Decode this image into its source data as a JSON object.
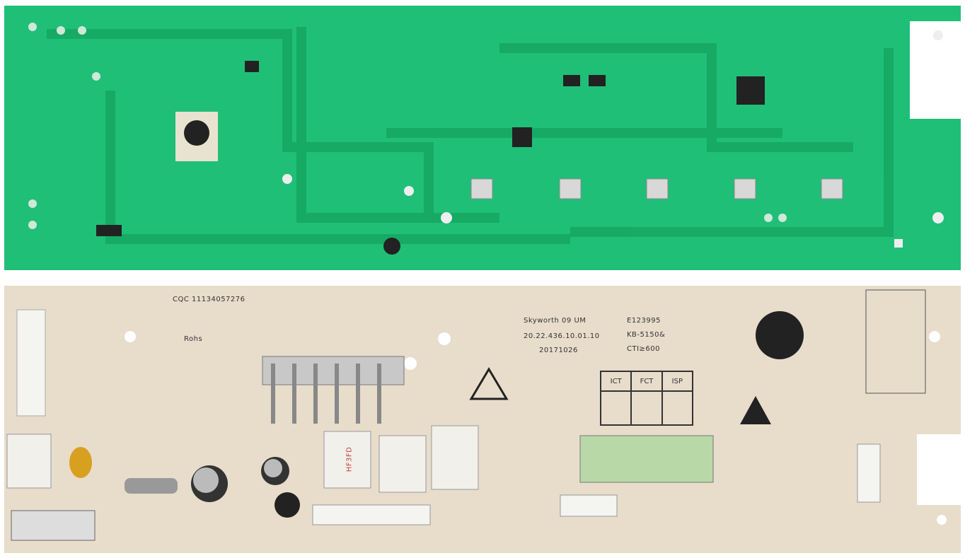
{
  "colors": {
    "pcb_green": "#1fbf78",
    "trace_green": "#16a864",
    "beige": "#e8dccb",
    "silk": "#333333",
    "display": "#b8d8a8"
  },
  "board_bottom": {
    "cert_code": "CQC 11134057276",
    "rohs": "Rohs",
    "maker_line1": "Skyworth 09 UM",
    "maker_line2": "20.22.436.10.01.10",
    "maker_line3": "20171026",
    "ul_line1": "E123995",
    "ul_line2": "KB-5150&",
    "ul_line3": "CTI≥600",
    "test_table": [
      "ICT",
      "FCT",
      "ISP"
    ],
    "relay_label": "HF3FD"
  }
}
